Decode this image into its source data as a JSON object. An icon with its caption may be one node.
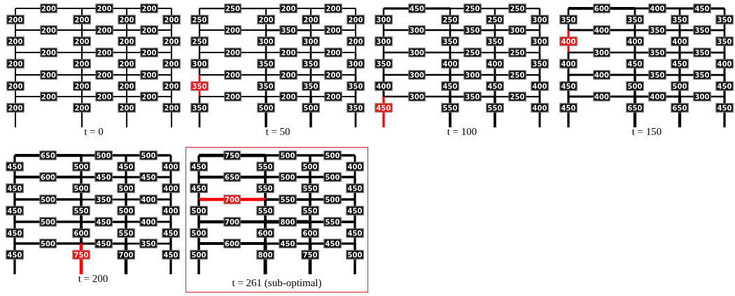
{
  "diagram": {
    "nodes": [
      {
        "text": [
          "t = 261 (sub-optimal)"
        ]
      }
    ],
    "labels": [
      "200",
      "200",
      "200",
      "200",
      "200",
      "200",
      "200",
      "200",
      "200",
      "200",
      "200",
      "200",
      "200",
      "200",
      "200",
      "200",
      "200",
      "200",
      "200",
      "200",
      "200",
      "200",
      "200",
      "200",
      "200",
      "200",
      "200",
      "200",
      "200",
      "200",
      "200",
      "200",
      "200",
      "200",
      "200",
      "t = 0",
      "250",
      "200",
      "200",
      "250",
      "200",
      "200",
      "200",
      "200",
      "350",
      "200",
      "250",
      "300",
      "300",
      "200",
      "200",
      "200",
      "200",
      "300",
      "350",
      "350",
      "300",
      "200",
      "200",
      "200",
      "350",
      "350",
      "350",
      "350",
      "200",
      "200",
      "200",
      "350",
      "500",
      "500",
      "350",
      "t = 50",
      "450",
      "250",
      "250",
      "300",
      "250",
      "250",
      "300",
      "300",
      "350",
      "300",
      "300",
      "350",
      "350",
      "300",
      "300",
      "250",
      "250",
      "350",
      "400",
      "400",
      "350",
      "300",
      "300",
      "250",
      "400",
      "450",
      "450",
      "400",
      "300",
      "350",
      "250",
      "450",
      "550",
      "550",
      "400",
      "t = 100",
      "600",
      "400",
      "450",
      "350",
      "350",
      "350",
      "350",
      "400",
      "350",
      "350",
      "400",
      "400",
      "400",
      "350",
      "300",
      "350",
      "350",
      "400",
      "450",
      "450",
      "400",
      "400",
      "350",
      "350",
      "450",
      "500",
      "500",
      "450",
      "400",
      "400",
      "300",
      "450",
      "650",
      "650",
      "450",
      "t = 150",
      "650",
      "500",
      "500",
      "450",
      "500",
      "450",
      "400",
      "600",
      "450",
      "450",
      "450",
      "500",
      "500",
      "400",
      "500",
      "350",
      "400",
      "450",
      "550",
      "500",
      "400",
      "500",
      "450",
      "400",
      "450",
      "600",
      "550",
      "450",
      "500",
      "450",
      "350",
      "450",
      "750",
      "700",
      "450",
      "t = 200",
      "750",
      "500",
      "500",
      "450",
      "550",
      "500",
      "400",
      "650",
      "500",
      "500",
      "450",
      "550",
      "550",
      "450",
      "700",
      "550",
      "500",
      "500",
      "550",
      "550",
      "450",
      "700",
      "800",
      "550",
      "500",
      "600",
      "600",
      "450",
      "600",
      "450",
      "450",
      "500",
      "800",
      "750",
      "500"
    ]
  }
}
